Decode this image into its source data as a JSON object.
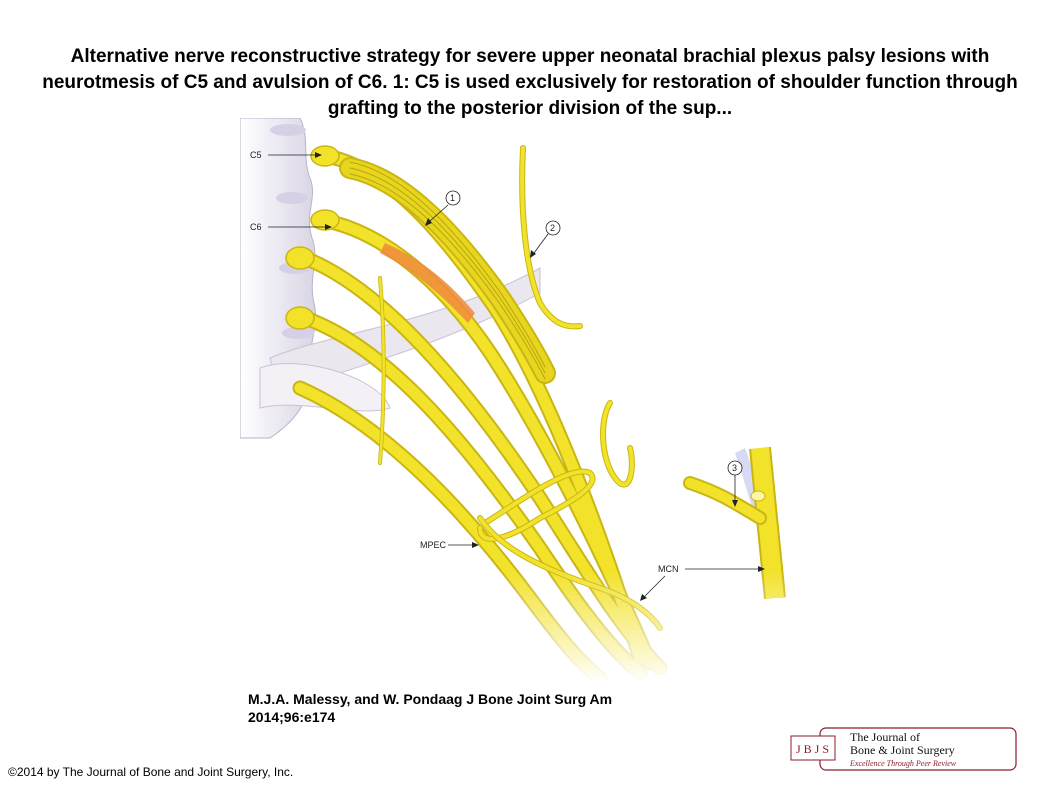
{
  "title": "Alternative nerve reconstructive strategy for severe upper neonatal brachial plexus palsy lesions with neurotmesis of C5 and avulsion of C6. 1: C5 is used exclusively for restoration of shoulder function through grafting to the posterior division of the sup...",
  "figure": {
    "labels": {
      "c5": "C5",
      "c6": "C6",
      "mpec": "MPEC",
      "mcn": "MCN",
      "marker1": "1",
      "marker2": "2",
      "marker3": "3"
    },
    "colors": {
      "nerve": "#f2e22a",
      "nerve_edge": "#c9b614",
      "graft": "#e8d51e",
      "bone": "#ece8f0",
      "bone_shadow": "#b9b3cc",
      "highlight": "#f08a3c",
      "vessel": "#c7c9ee"
    }
  },
  "citation": {
    "line1": "M.J.A. Malessy, and W. Pondaag J Bone Joint Surg Am",
    "line2": "2014;96:e174"
  },
  "copyright": "©2014 by The Journal of Bone and Joint Surgery, Inc.",
  "logo": {
    "badge": "J B J S",
    "line1": "The Journal of",
    "line2": "Bone & Joint Surgery",
    "line3": "Excellence Through Peer Review"
  }
}
